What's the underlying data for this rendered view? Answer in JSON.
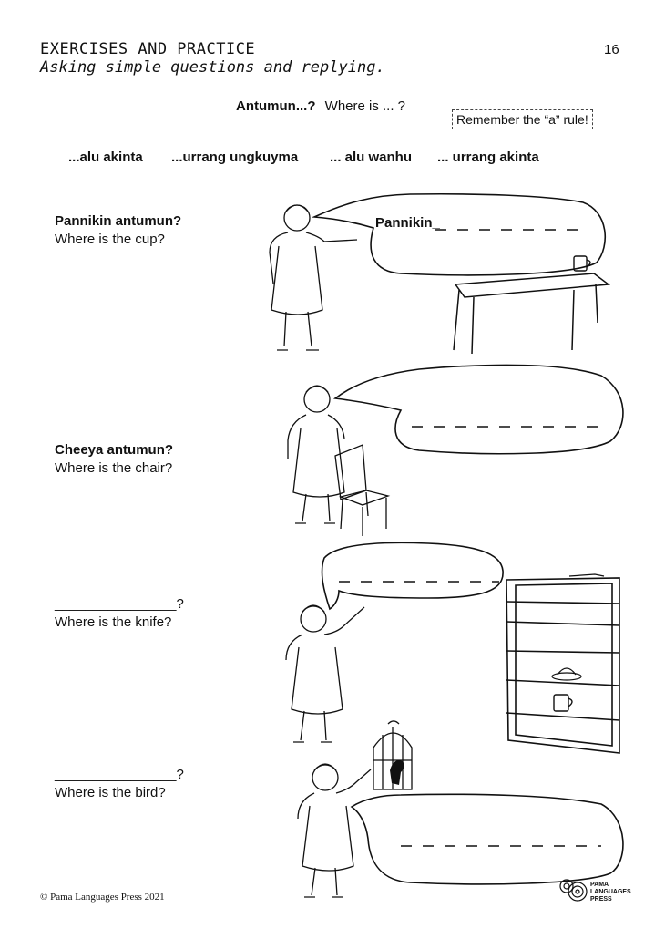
{
  "header": {
    "title": "EXERCISES AND PRACTICE",
    "subtitle": "Asking simple questions and replying.",
    "page_number": "16"
  },
  "prompt": {
    "question_word": "Antumun...?",
    "translation": "Where is ... ?",
    "reminder": "Remember the “a” rule!"
  },
  "word_bank": [
    "...alu akinta",
    "...urrang ungkuyma",
    "... alu wanhu",
    "... urrang akinta"
  ],
  "exercises": [
    {
      "question": "Pannikin antumun?",
      "english": "Where is the cup?",
      "answer_start": "Pannikin_"
    },
    {
      "question": "Cheeya antumun?",
      "english": "Where is the chair?"
    },
    {
      "blank": "________________?",
      "english": "Where is the knife?"
    },
    {
      "blank": "________________?",
      "english": "Where is the bird?"
    }
  ],
  "footer": {
    "copyright": "© Pama Languages Press 2021",
    "logo_text": "PAMA LANGUAGES PRESS"
  }
}
